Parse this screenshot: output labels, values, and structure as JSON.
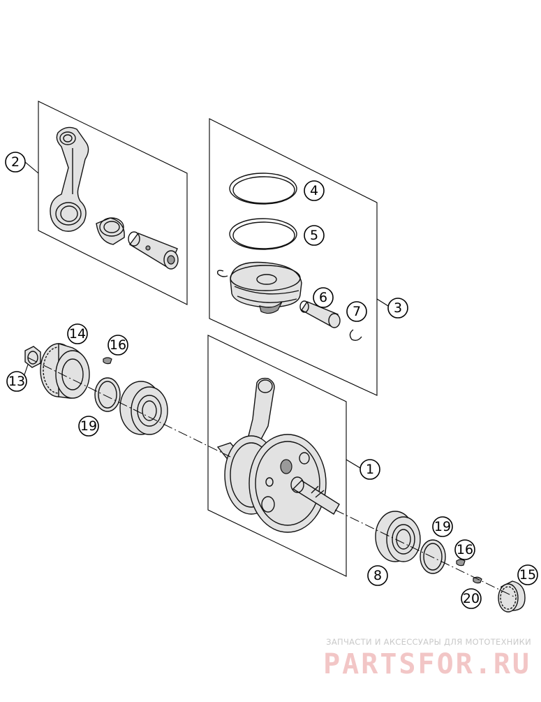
{
  "callouts": {
    "c1": "1",
    "c2": "2",
    "c3": "3",
    "c4": "4",
    "c5": "5",
    "c6": "6",
    "c7": "7",
    "c8": "8",
    "c13": "13",
    "c14": "14",
    "c15": "15",
    "c16a": "16",
    "c16b": "16",
    "c19a": "19",
    "c19b": "19",
    "c20": "20"
  },
  "watermark": {
    "tagline": "ЗАПЧАСТИ И АКСЕССУАРЫ ДЛЯ МОТОТЕХНИКИ",
    "logo": "PARTSFOR.RU"
  },
  "colors": {
    "line": "#000000",
    "watermark_logo": "#f2c6c6",
    "watermark_text": "#c9c9c9"
  }
}
